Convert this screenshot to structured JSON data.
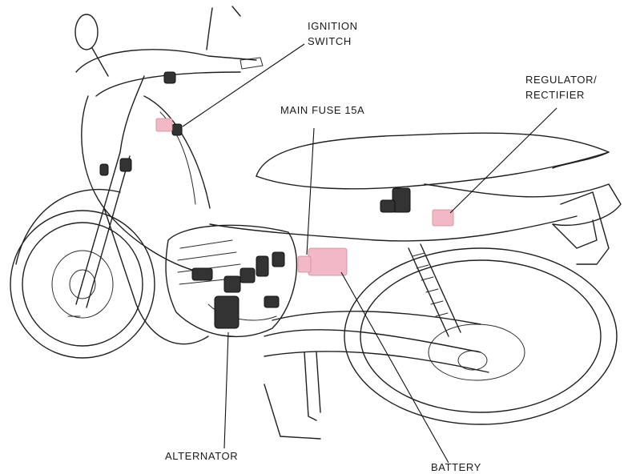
{
  "labels": {
    "ignition_switch_line1": "IGNITION",
    "ignition_switch_line2": "SWITCH",
    "regulator_line1": "REGULATOR/",
    "regulator_line2": "RECTIFIER",
    "main_fuse": "MAIN FUSE 15A",
    "alternator": "ALTERNATOR",
    "battery": "BATTERY"
  },
  "colors": {
    "highlight": "#f2b8c6",
    "linework": "#1f1f1f",
    "background": "#ffffff"
  },
  "icons": {
    "subject": "motorcycle-line-drawing"
  }
}
